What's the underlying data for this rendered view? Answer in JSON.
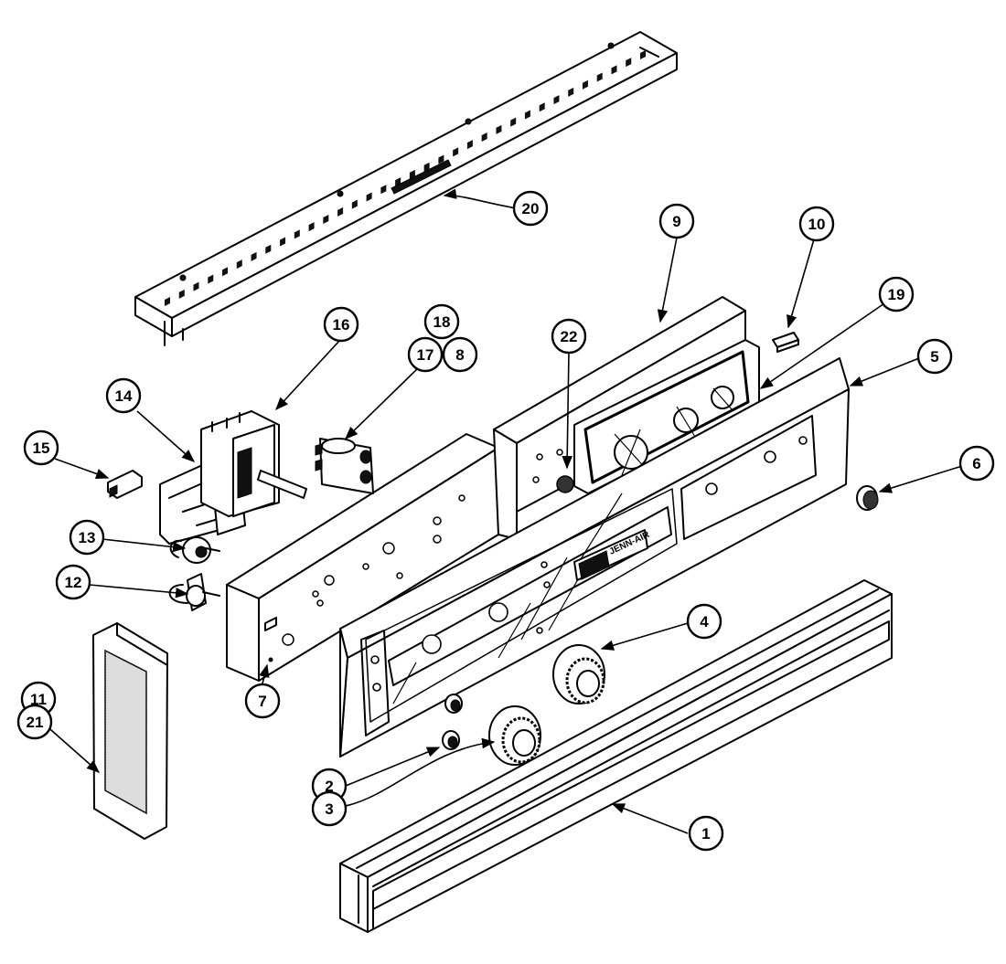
{
  "diagram": {
    "brand_label": "JENN-AIR",
    "callouts": [
      "1",
      "2",
      "3",
      "4",
      "5",
      "6",
      "7",
      "8",
      "9",
      "10",
      "11",
      "12",
      "13",
      "14",
      "15",
      "16",
      "17",
      "18",
      "19",
      "20",
      "21",
      "22"
    ]
  }
}
